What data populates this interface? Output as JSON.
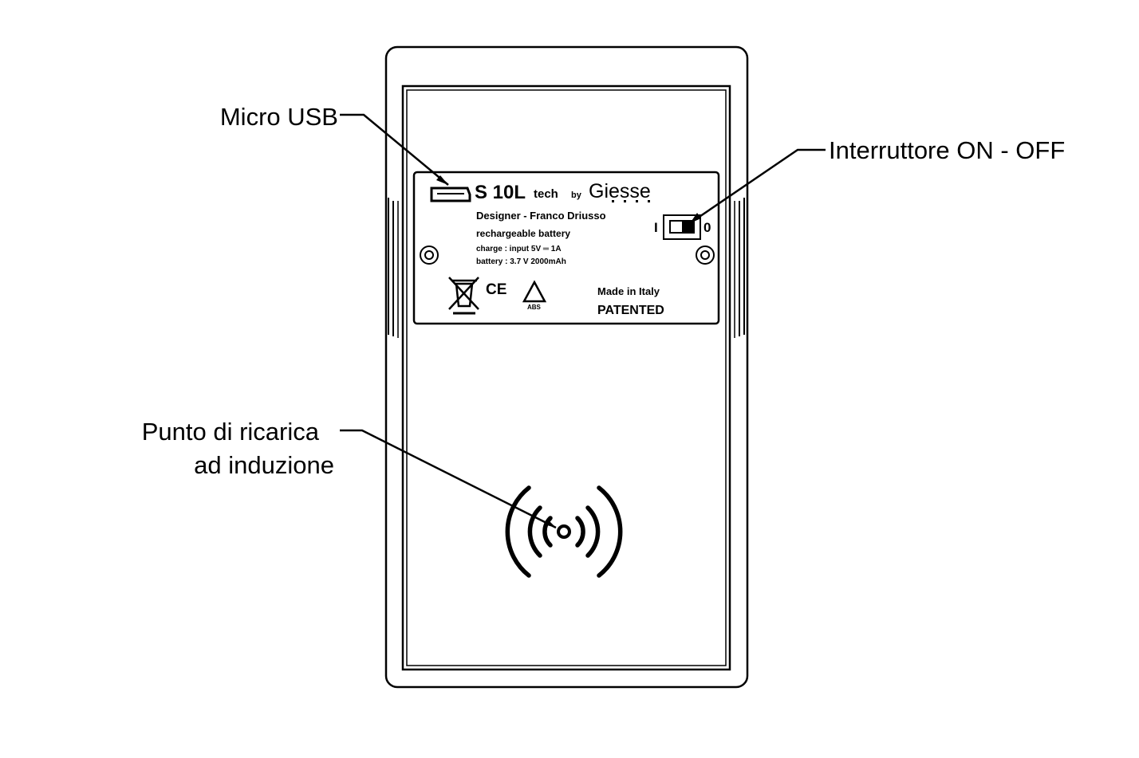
{
  "callouts": {
    "micro_usb": "Micro USB",
    "switch": "Interruttore ON - OFF",
    "charging_line1": "Punto di ricarica",
    "charging_line2": "ad induzione"
  },
  "plate": {
    "model": "S 10L",
    "tech": "tech",
    "by": "by",
    "brand": "Giesse",
    "designer": "Designer - Franco Driusso",
    "battery_type": "rechargeable battery",
    "charge_spec": "charge : input 5V ═ 1A",
    "battery_spec": "battery : 3.7 V 2000mAh",
    "made_in": "Made in Italy",
    "patented": "PATENTED",
    "switch_on_mark": "I",
    "switch_off_mark": "0",
    "ce_mark": "CE",
    "recycle_mark": "ABS"
  },
  "colors": {
    "line": "#000000",
    "background": "#ffffff"
  }
}
